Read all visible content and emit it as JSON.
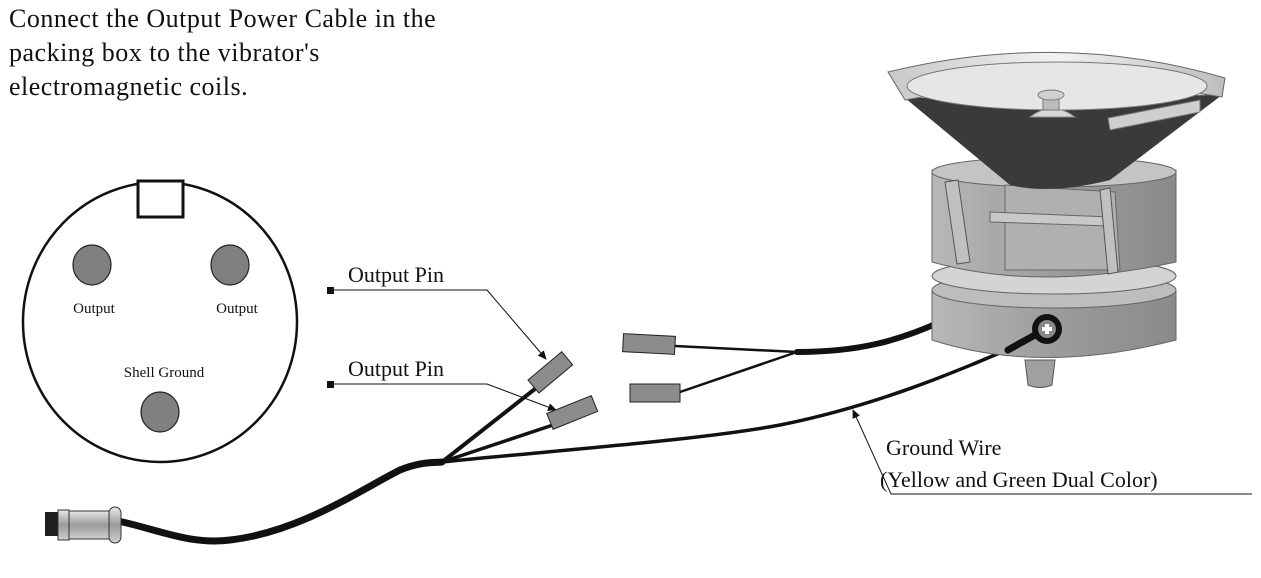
{
  "instructions": {
    "lines": [
      "Connect the Output Power Cable in the",
      "packing box to the vibrator's",
      "electromagnetic coils."
    ]
  },
  "connector_face": {
    "pins": [
      {
        "label": "Output"
      },
      {
        "label": "Output"
      },
      {
        "label": "Shell Ground"
      }
    ]
  },
  "callouts": {
    "output_pin_1": "Output  Pin",
    "output_pin_2": "Output  Pin",
    "ground_wire_line1": "Ground Wire",
    "ground_wire_line2": "(Yellow and Green Dual Color)"
  },
  "colors": {
    "pin_fill": "#808080",
    "terminal_fill": "#8c8c8c",
    "cable": "#111111",
    "bowl_dark": "#3a3a3a",
    "body_gray": "#a8a8a8"
  }
}
